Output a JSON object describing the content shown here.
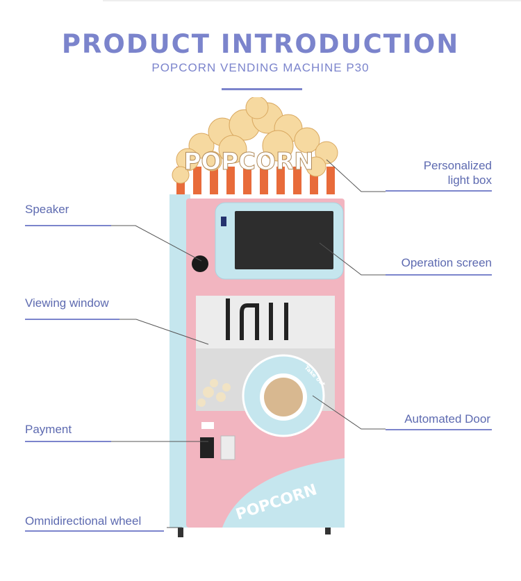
{
  "header": {
    "title": "PRODUCT INTRODUCTION",
    "subtitle": "POPCORN VENDING MACHINE P30"
  },
  "labels": {
    "light_box_line1": "Personalized",
    "light_box_line2": "light box",
    "speaker": "Speaker",
    "operation_screen": "Operation screen",
    "viewing_window": "Viewing window",
    "automated_door": "Automated Door",
    "payment": "Payment",
    "wheel": "Omnidirectional wheel"
  },
  "machine": {
    "lightbox_text": "POPCORN",
    "door_text": "Take out",
    "panel_text": "POPCORN"
  },
  "colors": {
    "accent": "#7b84cc",
    "label": "#5d6ab0",
    "machine_pink": "#f2b5c0",
    "machine_blue": "#c5e6ee"
  }
}
